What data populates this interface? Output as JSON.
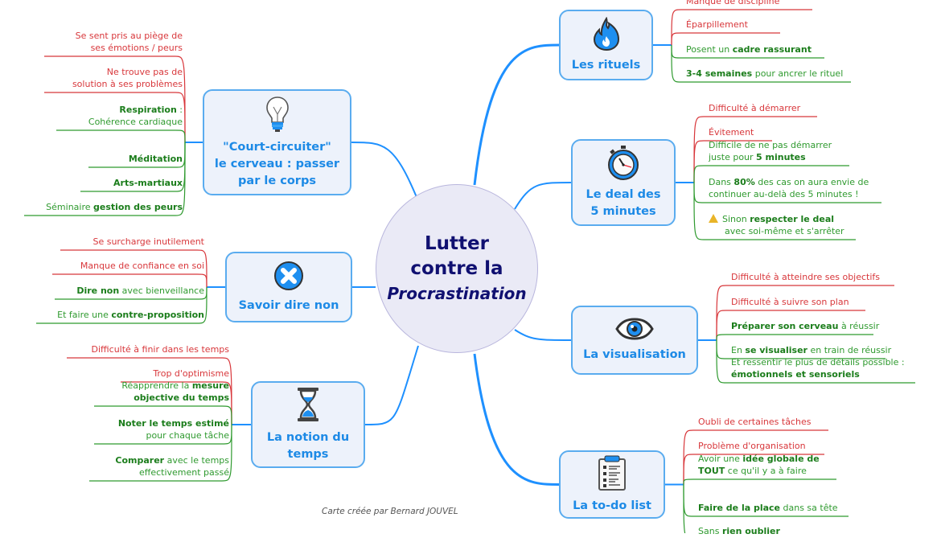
{
  "center": {
    "line1": "Lutter",
    "line2": "contre la",
    "line3": "Procrastination"
  },
  "colors": {
    "topic_border": "#5aacef",
    "topic_text": "#1d8ae6",
    "center_text": "#101071",
    "problem": "#d8373b",
    "solution": "#2f9a2f",
    "link": "#1e90ff"
  },
  "topics": [
    {
      "id": "court-circuiter",
      "icon": "lightbulb-icon",
      "lines": [
        "\"Court-circuiter\"",
        "le cerveau : passer",
        "par le corps"
      ],
      "leaves": [
        {
          "type": "problem",
          "lines": [
            [
              {
                "t": "Se sent pris au piège de"
              }
            ],
            [
              {
                "t": "ses émotions / peurs"
              }
            ]
          ]
        },
        {
          "type": "problem",
          "lines": [
            [
              {
                "t": "Ne trouve pas de"
              }
            ],
            [
              {
                "t": "solution à ses problèmes"
              }
            ]
          ]
        },
        {
          "type": "solution",
          "lines": [
            [
              {
                "t": "Respiration",
                "b": true
              },
              {
                "t": " :"
              }
            ],
            [
              {
                "t": "Cohérence cardiaque"
              }
            ]
          ]
        },
        {
          "type": "solution",
          "lines": [
            [
              {
                "t": "Méditation",
                "b": true
              }
            ]
          ]
        },
        {
          "type": "solution",
          "lines": [
            [
              {
                "t": "Arts-martiaux",
                "b": true
              }
            ]
          ]
        },
        {
          "type": "solution",
          "lines": [
            [
              {
                "t": "Séminaire "
              },
              {
                "t": "gestion des peurs",
                "b": true
              }
            ]
          ]
        }
      ]
    },
    {
      "id": "dire-non",
      "icon": "close-circle-icon",
      "lines": [
        "Savoir dire non"
      ],
      "leaves": [
        {
          "type": "problem",
          "lines": [
            [
              {
                "t": "Se surcharge inutilement"
              }
            ]
          ]
        },
        {
          "type": "problem",
          "lines": [
            [
              {
                "t": "Manque de confiance en soi"
              }
            ]
          ]
        },
        {
          "type": "solution",
          "lines": [
            [
              {
                "t": "Dire non",
                "b": true
              },
              {
                "t": " avec bienveillance"
              }
            ]
          ]
        },
        {
          "type": "solution",
          "lines": [
            [
              {
                "t": "Et faire une "
              },
              {
                "t": "contre-proposition",
                "b": true
              }
            ]
          ]
        }
      ]
    },
    {
      "id": "notion-temps",
      "icon": "hourglass-icon",
      "lines": [
        "La notion du",
        "temps"
      ],
      "leaves": [
        {
          "type": "problem",
          "lines": [
            [
              {
                "t": "Difficulté à finir dans les temps"
              }
            ]
          ]
        },
        {
          "type": "problem",
          "lines": [
            [
              {
                "t": "Trop d'optimisme"
              }
            ]
          ]
        },
        {
          "type": "solution",
          "lines": [
            [
              {
                "t": "Réapprendre la "
              },
              {
                "t": "mesure",
                "b": true
              }
            ],
            [
              {
                "t": "objective du temps",
                "b": true
              }
            ]
          ]
        },
        {
          "type": "solution",
          "lines": [
            [
              {
                "t": "Noter le temps estimé",
                "b": true
              }
            ],
            [
              {
                "t": "pour chaque tâche"
              }
            ]
          ]
        },
        {
          "type": "solution",
          "lines": [
            [
              {
                "t": "Comparer",
                "b": true
              },
              {
                "t": " avec le temps"
              }
            ],
            [
              {
                "t": "effectivement passé"
              }
            ]
          ]
        }
      ]
    },
    {
      "id": "rituels",
      "icon": "flame-icon",
      "lines": [
        "Les rituels"
      ],
      "leaves": [
        {
          "type": "problem",
          "lines": [
            [
              {
                "t": "Manque de discipline"
              }
            ]
          ]
        },
        {
          "type": "problem",
          "lines": [
            [
              {
                "t": "Éparpillement"
              }
            ]
          ]
        },
        {
          "type": "solution",
          "lines": [
            [
              {
                "t": "Posent un "
              },
              {
                "t": "cadre rassurant",
                "b": true
              }
            ]
          ]
        },
        {
          "type": "solution",
          "lines": [
            [
              {
                "t": "3-4 semaines",
                "b": true
              },
              {
                "t": " pour ancrer le rituel"
              }
            ]
          ]
        }
      ]
    },
    {
      "id": "deal-5-minutes",
      "icon": "stopwatch-icon",
      "lines": [
        "Le deal des",
        "5 minutes"
      ],
      "leaves": [
        {
          "type": "problem",
          "lines": [
            [
              {
                "t": "Difficulté à démarrer"
              }
            ]
          ]
        },
        {
          "type": "problem",
          "lines": [
            [
              {
                "t": "Évitement"
              }
            ]
          ]
        },
        {
          "type": "solution",
          "lines": [
            [
              {
                "t": "Difficile de ne pas démarrer"
              }
            ],
            [
              {
                "t": "juste pour "
              },
              {
                "t": "5 minutes",
                "b": true
              }
            ]
          ]
        },
        {
          "type": "solution",
          "lines": [
            [
              {
                "t": "Dans "
              },
              {
                "t": "80%",
                "b": true
              },
              {
                "t": " des cas on aura envie de"
              }
            ],
            [
              {
                "t": "continuer au-delà des 5 minutes !"
              }
            ]
          ]
        },
        {
          "type": "solution",
          "warning": true,
          "lines": [
            [
              {
                "t": "Sinon "
              },
              {
                "t": "respecter le deal",
                "b": true
              }
            ],
            [
              {
                "t": "avec soi-même et s'arrêter"
              }
            ]
          ]
        }
      ]
    },
    {
      "id": "visualisation",
      "icon": "eye-icon",
      "lines": [
        "La visualisation"
      ],
      "leaves": [
        {
          "type": "problem",
          "lines": [
            [
              {
                "t": "Difficulté à atteindre ses objectifs"
              }
            ]
          ]
        },
        {
          "type": "problem",
          "lines": [
            [
              {
                "t": "Difficulté à suivre son plan"
              }
            ]
          ]
        },
        {
          "type": "solution",
          "lines": [
            [
              {
                "t": "Préparer son cerveau",
                "b": true
              },
              {
                "t": " à réussir"
              }
            ]
          ]
        },
        {
          "type": "solution",
          "lines": [
            [
              {
                "t": "En "
              },
              {
                "t": "se visualiser",
                "b": true
              },
              {
                "t": " en train de réussir"
              }
            ]
          ]
        },
        {
          "type": "solution",
          "lines": [
            [
              {
                "t": "Et ressentir le plus de détails possible :"
              }
            ],
            [
              {
                "t": "émotionnels et sensoriels",
                "b": true
              }
            ]
          ]
        }
      ]
    },
    {
      "id": "todo-list",
      "icon": "clipboard-list-icon",
      "lines": [
        "La to-do list"
      ],
      "leaves": [
        {
          "type": "problem",
          "lines": [
            [
              {
                "t": "Oubli de certaines tâches"
              }
            ]
          ]
        },
        {
          "type": "problem",
          "lines": [
            [
              {
                "t": "Problème d'organisation"
              }
            ]
          ]
        },
        {
          "type": "solution",
          "lines": [
            [
              {
                "t": "Avoir une "
              },
              {
                "t": "idée globale de",
                "b": true
              }
            ],
            [
              {
                "t": "TOUT",
                "b": true
              },
              {
                "t": " ce qu'il y a à faire"
              }
            ]
          ]
        },
        {
          "type": "solution",
          "lines": [
            [
              {
                "t": "Faire de la place",
                "b": true
              },
              {
                "t": " dans sa tête"
              }
            ]
          ]
        },
        {
          "type": "solution",
          "lines": [
            [
              {
                "t": "Sans "
              },
              {
                "t": "rien oublier",
                "b": true
              }
            ]
          ]
        }
      ]
    }
  ],
  "credit": "Carte créée par Bernard JOUVEL"
}
